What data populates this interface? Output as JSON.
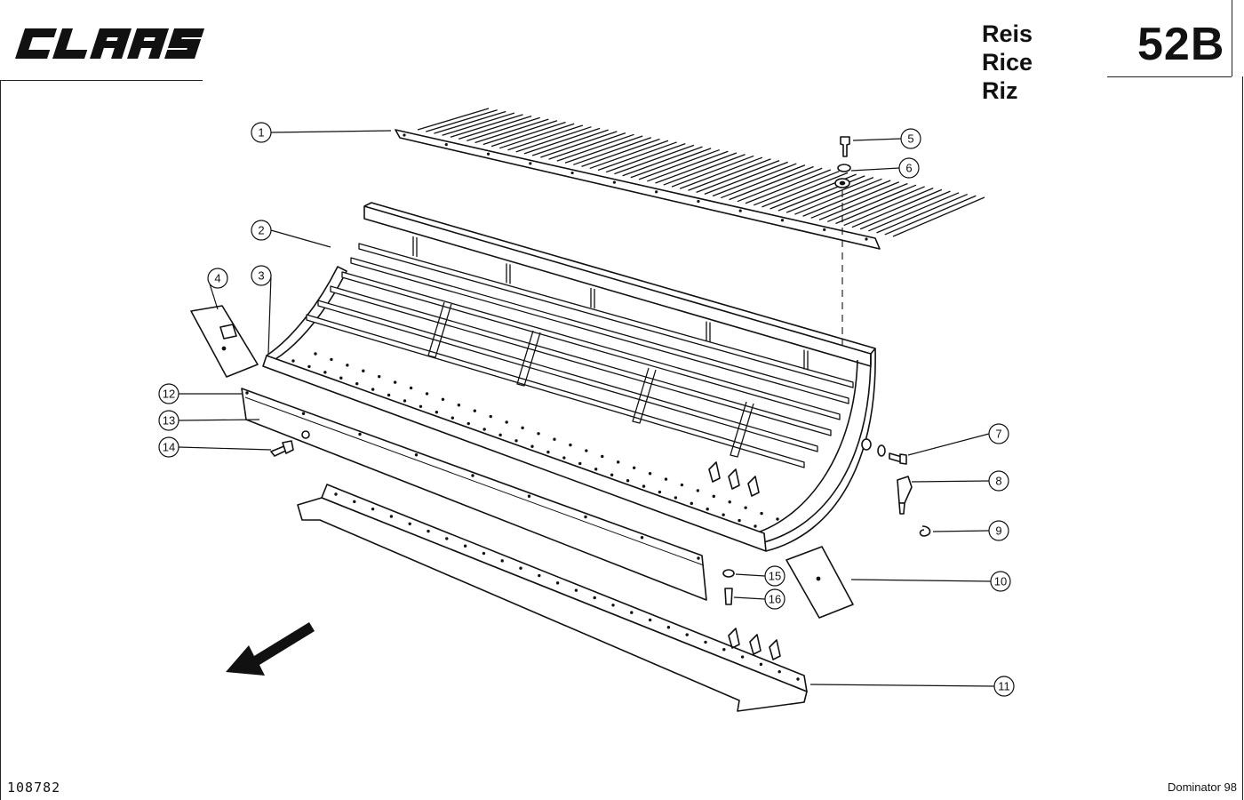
{
  "header": {
    "brand": "CLAAS",
    "page_number": "52B",
    "titles": [
      "Reis",
      "Rice",
      "Riz"
    ]
  },
  "footer": {
    "drawing_number": "108782",
    "model": "Dominator 98"
  },
  "callouts": [
    "1",
    "2",
    "3",
    "4",
    "5",
    "6",
    "7",
    "8",
    "9",
    "10",
    "11",
    "12",
    "13",
    "14",
    "15",
    "16"
  ],
  "icons": {
    "brand_logo": "claas-wordmark-logo",
    "direction": "travel-direction-arrow-icon"
  }
}
